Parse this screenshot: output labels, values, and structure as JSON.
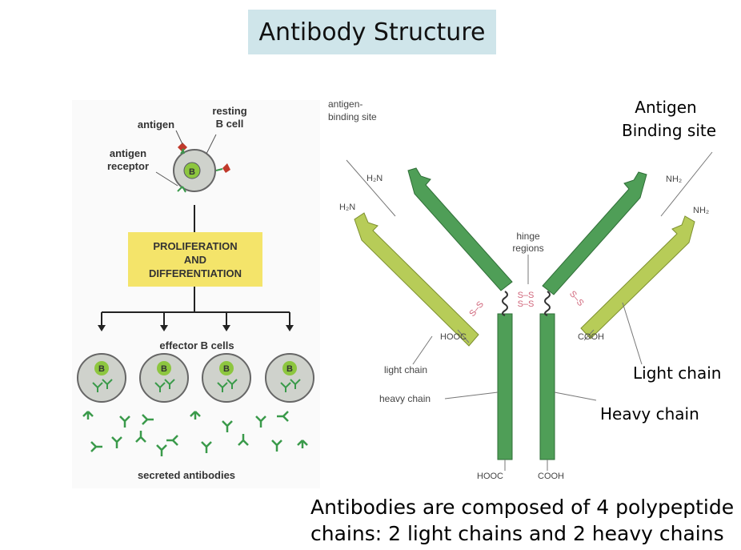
{
  "title": "Antibody Structure",
  "left_diagram": {
    "label_antigen": "antigen",
    "label_resting_1": "resting",
    "label_resting_2": "B cell",
    "label_receptor_1": "antigen",
    "label_receptor_2": "receptor",
    "cell_letter": "B",
    "process_line_1": "PROLIFERATION",
    "process_line_2": "AND",
    "process_line_3": "DIFFERENTIATION",
    "effector_label": "effector B cells",
    "secreted_label": "secreted antibodies"
  },
  "right_diagram": {
    "binding_site_1": "antigen-",
    "binding_site_2": "binding site",
    "hinge_1": "hinge",
    "hinge_2": "regions",
    "h2n_heavy": "H₂N",
    "h2n_light": "H₂N",
    "nh2_heavy": "NH₂",
    "nh2_light": "NH₂",
    "hooc_left": "HOOC",
    "cooh_right": "COOH",
    "hooc_bottom": "HOOC",
    "cooh_bottom": "COOH",
    "light_chain_small": "light chain",
    "heavy_chain_small": "heavy chain",
    "ss": "S–S",
    "big_binding_1": "Antigen",
    "big_binding_2": "Binding site",
    "big_light": "Light chain",
    "big_heavy": "Heavy chain"
  },
  "caption_line_1": "Antibodies are composed of 4 polypeptide",
  "caption_line_2": "chains: 2 light chains and 2 heavy chains",
  "colors": {
    "heavy_chain": "#4f9e57",
    "light_chain": "#b7cc58",
    "process_box": "#f4e46a",
    "cell": "#cfd2cc",
    "nucleus": "#8dc63f",
    "title_bg": "#cfe5ea"
  }
}
